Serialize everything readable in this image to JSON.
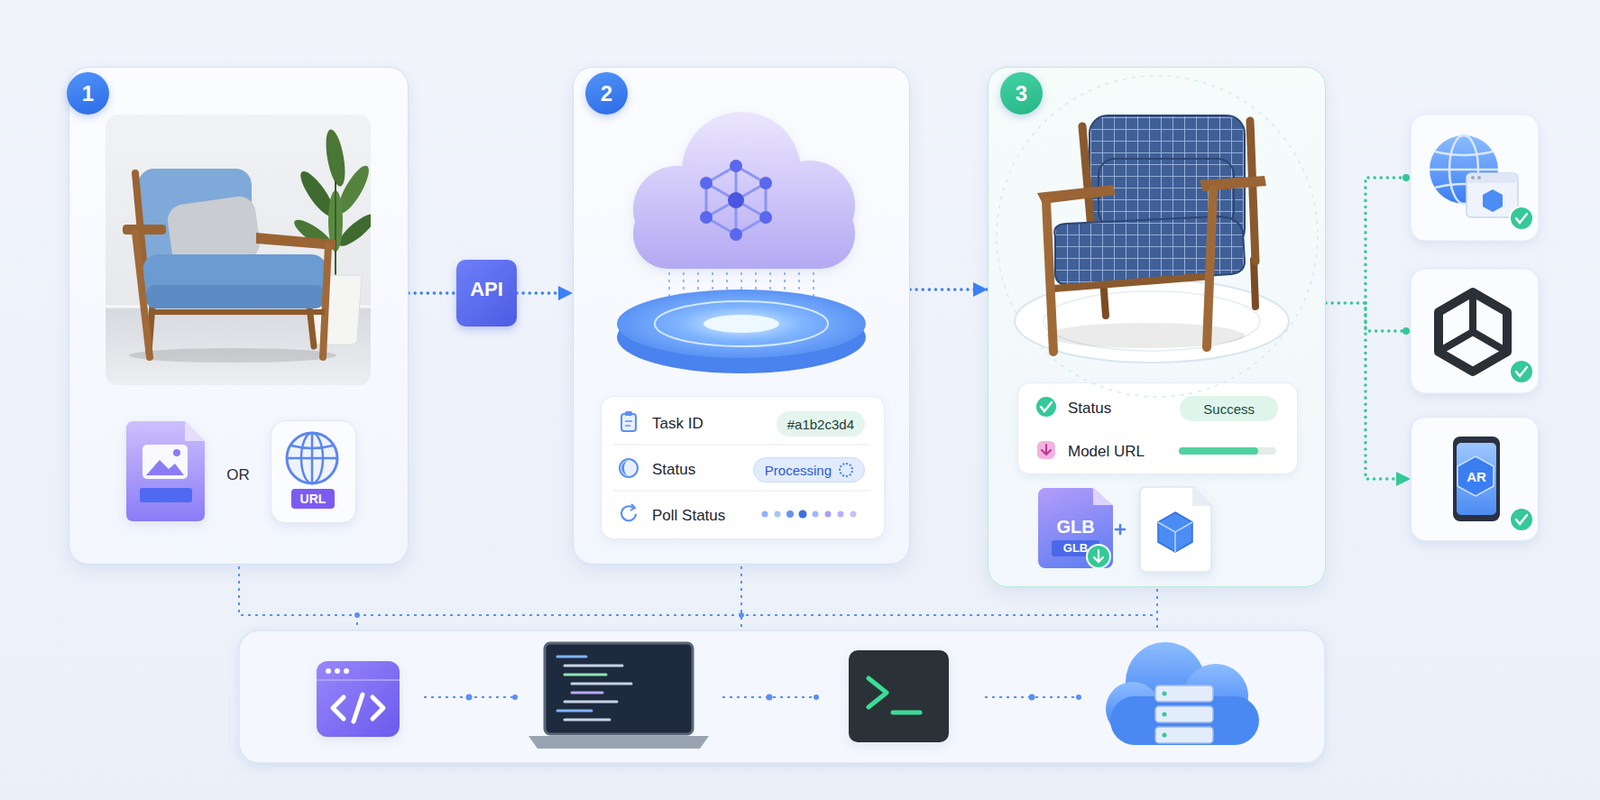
{
  "diagram": {
    "nodes": [
      {
        "text": [
          "1",
          "OR"
        ]
      },
      {
        "text": [
          "URL"
        ],
        "in": 0
      },
      {
        "text": [
          "API"
        ]
      },
      {
        "text": [
          "2"
        ]
      },
      {
        "text": [
          "Task ID",
          "#a1b2c3d4",
          "Status",
          "Processing",
          "Poll Status"
        ],
        "in": 3
      },
      {
        "text": [
          "3"
        ]
      },
      {
        "text": [
          "Status",
          "Success",
          "Model URL"
        ],
        "in": 5
      },
      {
        "text": [
          "GLB",
          "GLB"
        ],
        "in": 5
      },
      {
        "text": [
          "AR"
        ]
      }
    ],
    "edges": [
      {
        "from": 0,
        "to": 2,
        "arrow": "none"
      },
      {
        "from": 2,
        "to": 3,
        "arrow": "to"
      },
      {
        "from": 3,
        "to": 5,
        "arrow": "to"
      },
      {
        "from": 5,
        "to": 8,
        "arrow": "to"
      }
    ]
  }
}
